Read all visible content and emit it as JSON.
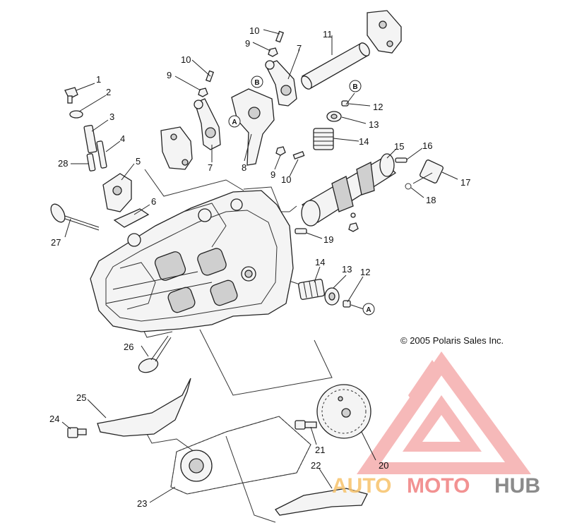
{
  "copyright": "© 2005 Polaris Sales Inc.",
  "watermark": {
    "brand_auto": "AUTO",
    "brand_moto": "MOTO",
    "brand_hub": "HUB",
    "colors": {
      "triangle": "#f08080",
      "auto": "#f7c36b",
      "moto": "#f08080",
      "hub": "#777777"
    }
  },
  "callouts": [
    "A",
    "B"
  ],
  "part_labels": {
    "p1": "1",
    "p2": "2",
    "p3": "3",
    "p4": "4",
    "p5": "5",
    "p6": "6",
    "p7a": "7",
    "p7b": "7",
    "p8": "8",
    "p9a": "9",
    "p9b": "9",
    "p9c": "9",
    "p10a": "10",
    "p10b": "10",
    "p10c": "10",
    "p11": "11",
    "p12a": "12",
    "p12b": "12",
    "p13a": "13",
    "p13b": "13",
    "p14a": "14",
    "p14b": "14",
    "p15": "15",
    "p16": "16",
    "p17": "17",
    "p18": "18",
    "p19": "19",
    "p20": "20",
    "p21": "21",
    "p22": "22",
    "p23": "23",
    "p24": "24",
    "p25": "25",
    "p26": "26",
    "p27": "27",
    "p28": "28"
  }
}
